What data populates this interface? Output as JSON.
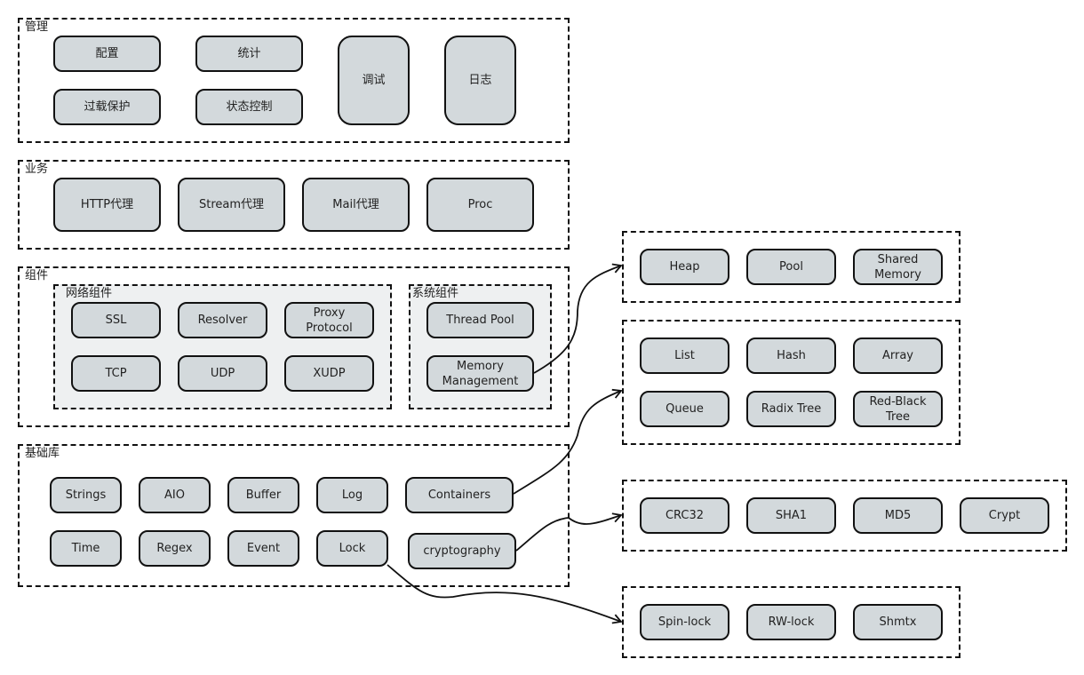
{
  "groups": {
    "management": {
      "label": "管理",
      "items": [
        "配置",
        "统计",
        "过载保护",
        "状态控制",
        "调试",
        "日志"
      ]
    },
    "business": {
      "label": "业务",
      "items": [
        "HTTP代理",
        "Stream代理",
        "Mail代理",
        "Proc"
      ]
    },
    "components": {
      "label": "组件",
      "network": {
        "label": "网络组件",
        "items": [
          "SSL",
          "Resolver",
          "Proxy\nProtocol",
          "TCP",
          "UDP",
          "XUDP"
        ]
      },
      "system": {
        "label": "系统组件",
        "items": [
          "Thread Pool",
          "Memory\nManagement"
        ]
      }
    },
    "base": {
      "label": "基础库",
      "items": [
        "Strings",
        "AIO",
        "Buffer",
        "Log",
        "Containers",
        "Time",
        "Regex",
        "Event",
        "Lock",
        "cryptography"
      ]
    },
    "memory": {
      "items": [
        "Heap",
        "Pool",
        "Shared\nMemory"
      ]
    },
    "containers": {
      "items": [
        "List",
        "Hash",
        "Array",
        "Queue",
        "Radix Tree",
        "Red-Black\nTree"
      ]
    },
    "crypto": {
      "items": [
        "CRC32",
        "SHA1",
        "MD5",
        "Crypt"
      ]
    },
    "locks": {
      "items": [
        "Spin-lock",
        "RW-lock",
        "Shmtx"
      ]
    }
  },
  "links": [
    {
      "from": "Memory Management",
      "to": "memory-group"
    },
    {
      "from": "Containers",
      "to": "containers-group"
    },
    {
      "from": "cryptography",
      "to": "crypto-group"
    },
    {
      "from": "Lock",
      "to": "locks-group"
    }
  ],
  "colors": {
    "box_fill": "#d3d9dc",
    "inner_frame_fill": "#eef0f1",
    "stroke": "#111111"
  }
}
